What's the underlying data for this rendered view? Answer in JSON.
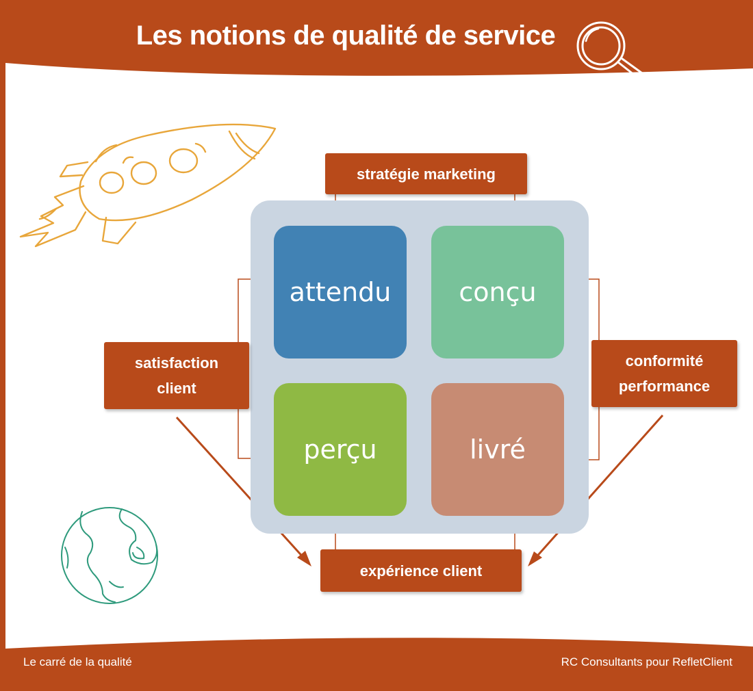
{
  "header": {
    "title": "Les notions de qualité de service",
    "icon": "magnifier-icon"
  },
  "diagram": {
    "quadrants": [
      {
        "label": "attendu",
        "color": "#4182b4"
      },
      {
        "label": "conçu",
        "color": "#78c29a"
      },
      {
        "label": "perçu",
        "color": "#8fb944"
      },
      {
        "label": "livré",
        "color": "#c78b73"
      }
    ],
    "labels": {
      "top": "stratégie marketing",
      "left_line1": "satisfaction",
      "left_line2": "client",
      "right_line1": "conformité",
      "right_line2": "performance",
      "bottom": "expérience client"
    },
    "decorations": [
      "rocket-icon",
      "globe-icon"
    ]
  },
  "footer": {
    "left": "Le carré de la qualité",
    "right": "RC Consultants pour RefletClient"
  },
  "colors": {
    "brand": "#b84a1a",
    "panel": "#ffffff",
    "grid_background": "#cad5e1",
    "rocket": "#e8a63a",
    "globe": "#2e9a7c"
  }
}
